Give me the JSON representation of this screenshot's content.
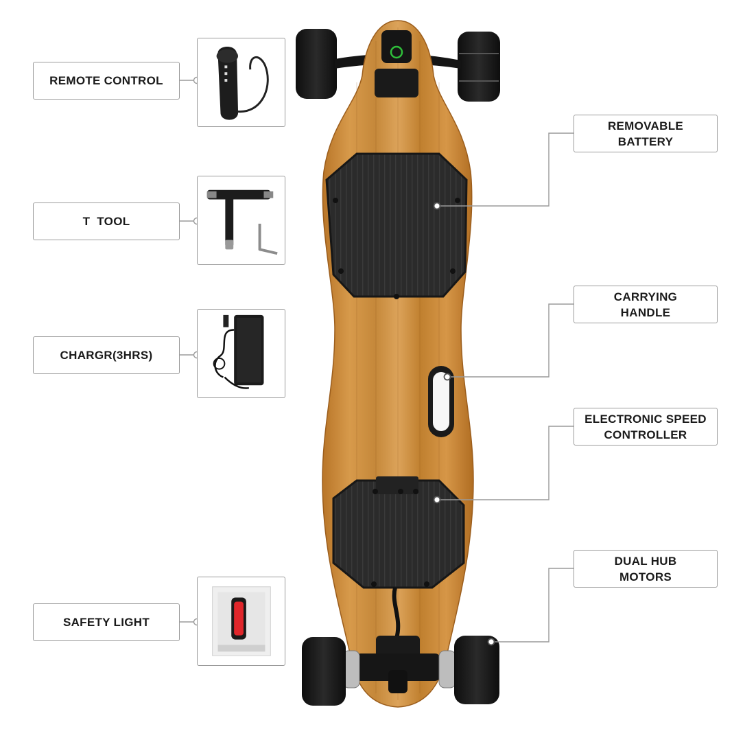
{
  "accessories": [
    {
      "label": "REMOTE CONTROL",
      "icon": "remote-control-icon"
    },
    {
      "label": "T  TOOL",
      "icon": "t-tool-icon"
    },
    {
      "label": "CHARGR(3HRS)",
      "icon": "charger-icon"
    },
    {
      "label": "SAFETY LIGHT",
      "icon": "safety-light-icon"
    }
  ],
  "components": [
    {
      "line1": "REMOVABLE",
      "line2": "BATTERY"
    },
    {
      "line1": "CARRYING",
      "line2": "HANDLE"
    },
    {
      "line1": "ELECTRONIC SPEED",
      "line2": "CONTROLLER"
    },
    {
      "line1": "DUAL HUB",
      "line2": "MOTORS"
    }
  ],
  "colors": {
    "deck": "#c98a3a",
    "deck_dark": "#a86a24",
    "pad": "#2a2a2a",
    "wheel": "#1b1b1b",
    "outline": "#9a9a9a",
    "accent_green": "#2fbf3a",
    "light_red": "#e0262b"
  }
}
